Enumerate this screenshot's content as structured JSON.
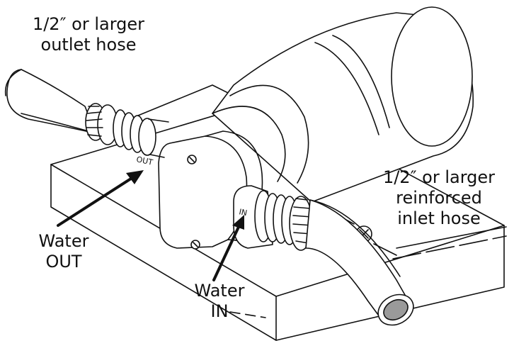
{
  "labels": {
    "outlet_line1": "1/2″ or larger",
    "outlet_line2": "outlet hose",
    "inlet_line1": "1/2″ or larger",
    "inlet_line2": "reinforced",
    "inlet_line3": "inlet hose",
    "water_out_line1": "Water",
    "water_out_line2": "OUT",
    "water_in_line1": "Water",
    "water_in_line2": "IN"
  },
  "port_stamps": {
    "out": "OUT",
    "in": "IN"
  },
  "colors": {
    "line": "#111111",
    "background": "#ffffff",
    "hose_bore": "#9a9a9a"
  }
}
